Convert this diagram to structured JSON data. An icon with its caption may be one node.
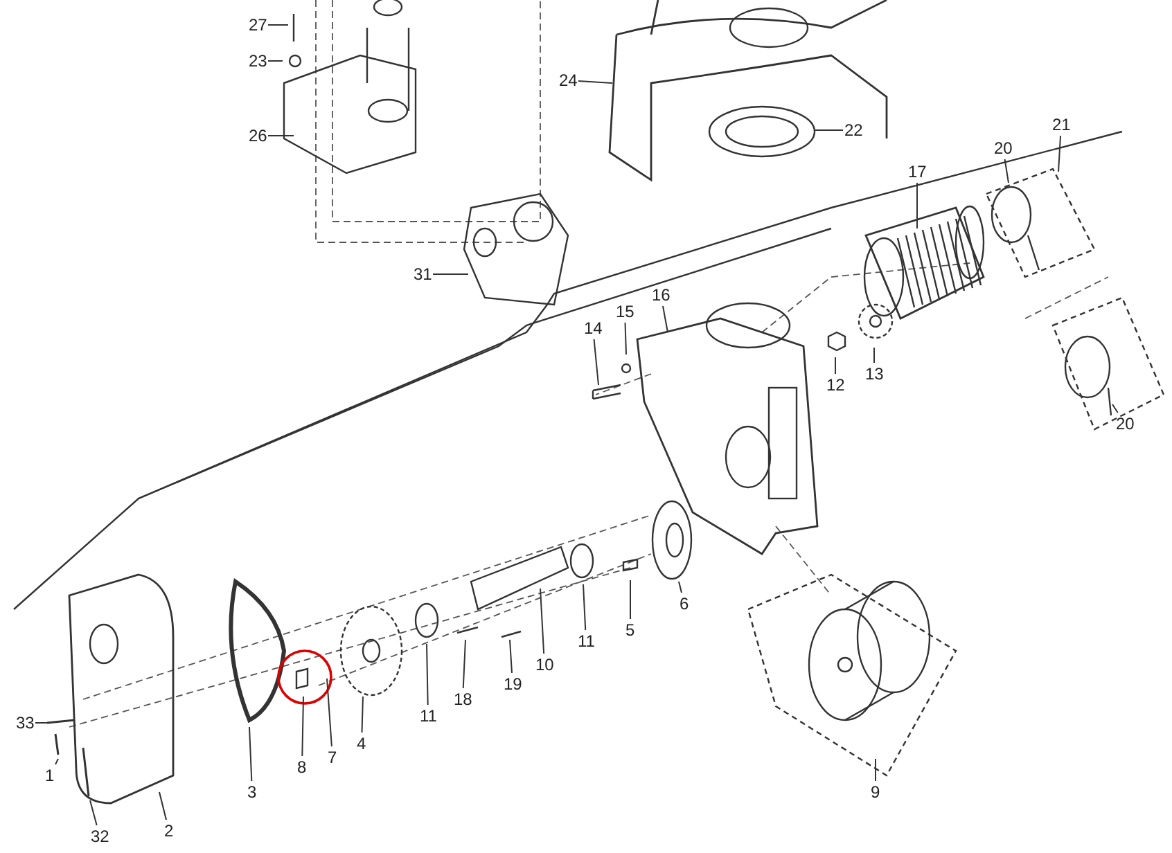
{
  "diagram": {
    "nodes": [
      {
        "text": [
          "27"
        ]
      },
      {
        "text": [
          "23"
        ]
      },
      {
        "text": [
          "24"
        ]
      },
      {
        "text": [
          "26"
        ]
      },
      {
        "text": [
          "22"
        ]
      },
      {
        "text": [
          "20"
        ]
      },
      {
        "text": [
          "21"
        ]
      },
      {
        "text": [
          "17"
        ]
      },
      {
        "text": [
          "31"
        ]
      },
      {
        "text": [
          "16"
        ]
      },
      {
        "text": [
          "15"
        ]
      },
      {
        "text": [
          "14"
        ]
      },
      {
        "text": [
          "12"
        ]
      },
      {
        "text": [
          "13"
        ]
      },
      {
        "text": [
          "20"
        ]
      },
      {
        "text": [
          "6"
        ]
      },
      {
        "text": [
          "5"
        ]
      },
      {
        "text": [
          "11"
        ]
      },
      {
        "text": [
          "10"
        ]
      },
      {
        "text": [
          "19"
        ]
      },
      {
        "text": [
          "18"
        ]
      },
      {
        "text": [
          "11"
        ]
      },
      {
        "text": [
          "4"
        ]
      },
      {
        "text": [
          "7"
        ]
      },
      {
        "text": [
          "8"
        ]
      },
      {
        "text": [
          "3"
        ]
      },
      {
        "text": [
          "2"
        ]
      },
      {
        "text": [
          "9"
        ]
      },
      {
        "text": [
          "33"
        ]
      },
      {
        "text": [
          "1"
        ]
      },
      {
        "text": [
          "32"
        ]
      }
    ],
    "edges": [
      {
        "from": 0,
        "to": null,
        "arrow": "none"
      },
      {
        "from": 1,
        "to": null,
        "arrow": "none"
      },
      {
        "from": 2,
        "to": null,
        "arrow": "none"
      },
      {
        "from": 3,
        "to": null,
        "arrow": "none"
      },
      {
        "from": 4,
        "to": null,
        "arrow": "none"
      },
      {
        "from": 5,
        "to": null,
        "arrow": "none"
      },
      {
        "from": 6,
        "to": null,
        "arrow": "none"
      },
      {
        "from": 7,
        "to": null,
        "arrow": "none"
      },
      {
        "from": 8,
        "to": null,
        "arrow": "none"
      },
      {
        "from": 9,
        "to": null,
        "arrow": "none"
      },
      {
        "from": 10,
        "to": null,
        "arrow": "none"
      },
      {
        "from": 11,
        "to": null,
        "arrow": "none"
      },
      {
        "from": 12,
        "to": null,
        "arrow": "none"
      },
      {
        "from": 13,
        "to": null,
        "arrow": "none"
      },
      {
        "from": 14,
        "to": null,
        "arrow": "none"
      },
      {
        "from": 15,
        "to": null,
        "arrow": "none"
      },
      {
        "from": 16,
        "to": null,
        "arrow": "none"
      },
      {
        "from": 17,
        "to": null,
        "arrow": "none"
      },
      {
        "from": 18,
        "to": null,
        "arrow": "none"
      },
      {
        "from": 19,
        "to": null,
        "arrow": "none"
      },
      {
        "from": 20,
        "to": null,
        "arrow": "none"
      },
      {
        "from": 21,
        "to": null,
        "arrow": "none"
      },
      {
        "from": 22,
        "to": null,
        "arrow": "none"
      },
      {
        "from": 23,
        "to": null,
        "arrow": "none"
      },
      {
        "from": 24,
        "to": null,
        "arrow": "none"
      },
      {
        "from": 25,
        "to": null,
        "arrow": "none"
      },
      {
        "from": 26,
        "to": null,
        "arrow": "none"
      },
      {
        "from": 27,
        "to": null,
        "arrow": "none"
      },
      {
        "from": 28,
        "to": null,
        "arrow": "none"
      },
      {
        "from": 29,
        "to": null,
        "arrow": "none"
      },
      {
        "from": 30,
        "to": null,
        "arrow": "none"
      }
    ]
  }
}
